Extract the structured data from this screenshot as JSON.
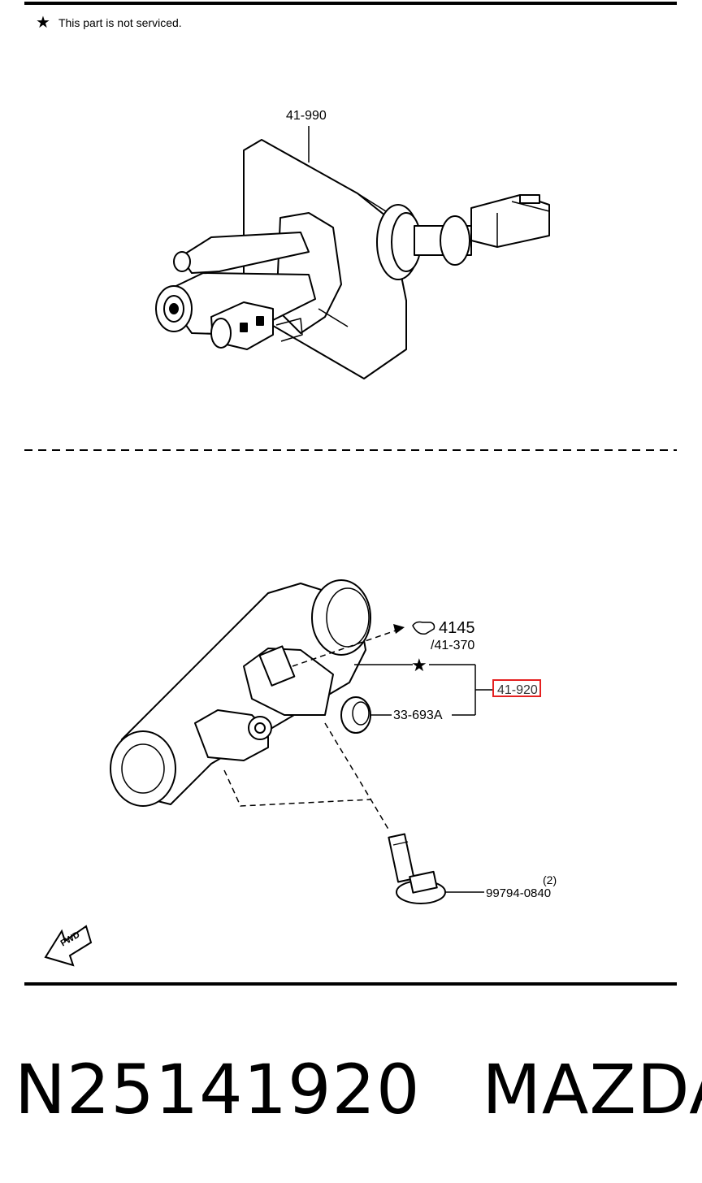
{
  "note": {
    "icon": "star-icon",
    "text": "This part is not serviced."
  },
  "upper_assembly": {
    "callout": "41-990"
  },
  "lower_assembly": {
    "callouts": {
      "ref_symbol": "4145",
      "ref_sub": "/41-370",
      "part_main": "41-920",
      "grommet": "33-693A",
      "bolt_qty": "(2)",
      "bolt": "99794-0840"
    },
    "fwd_label": "FWD"
  },
  "footer": {
    "part_number": "N25141920",
    "brand": "MAZDA"
  },
  "colors": {
    "highlight": "#e52020",
    "line": "#000000"
  }
}
